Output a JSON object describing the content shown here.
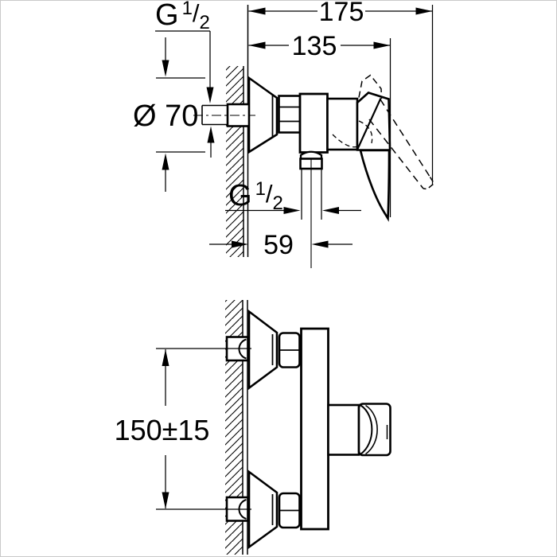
{
  "drawing": {
    "background": "#ffffff",
    "line_color": "#000000",
    "border_color": "#c9c9c9",
    "labels": {
      "dim_total_depth": "175",
      "dim_depth_to_handle_end": "135",
      "dim_escutcheon_diameter": "Ø 70",
      "dim_outlet_offset": "59",
      "dim_connection_spacing": "150±15",
      "thread_letter": "G",
      "thread_numerator": "1",
      "thread_slash": "/",
      "thread_denominator": "2"
    }
  }
}
